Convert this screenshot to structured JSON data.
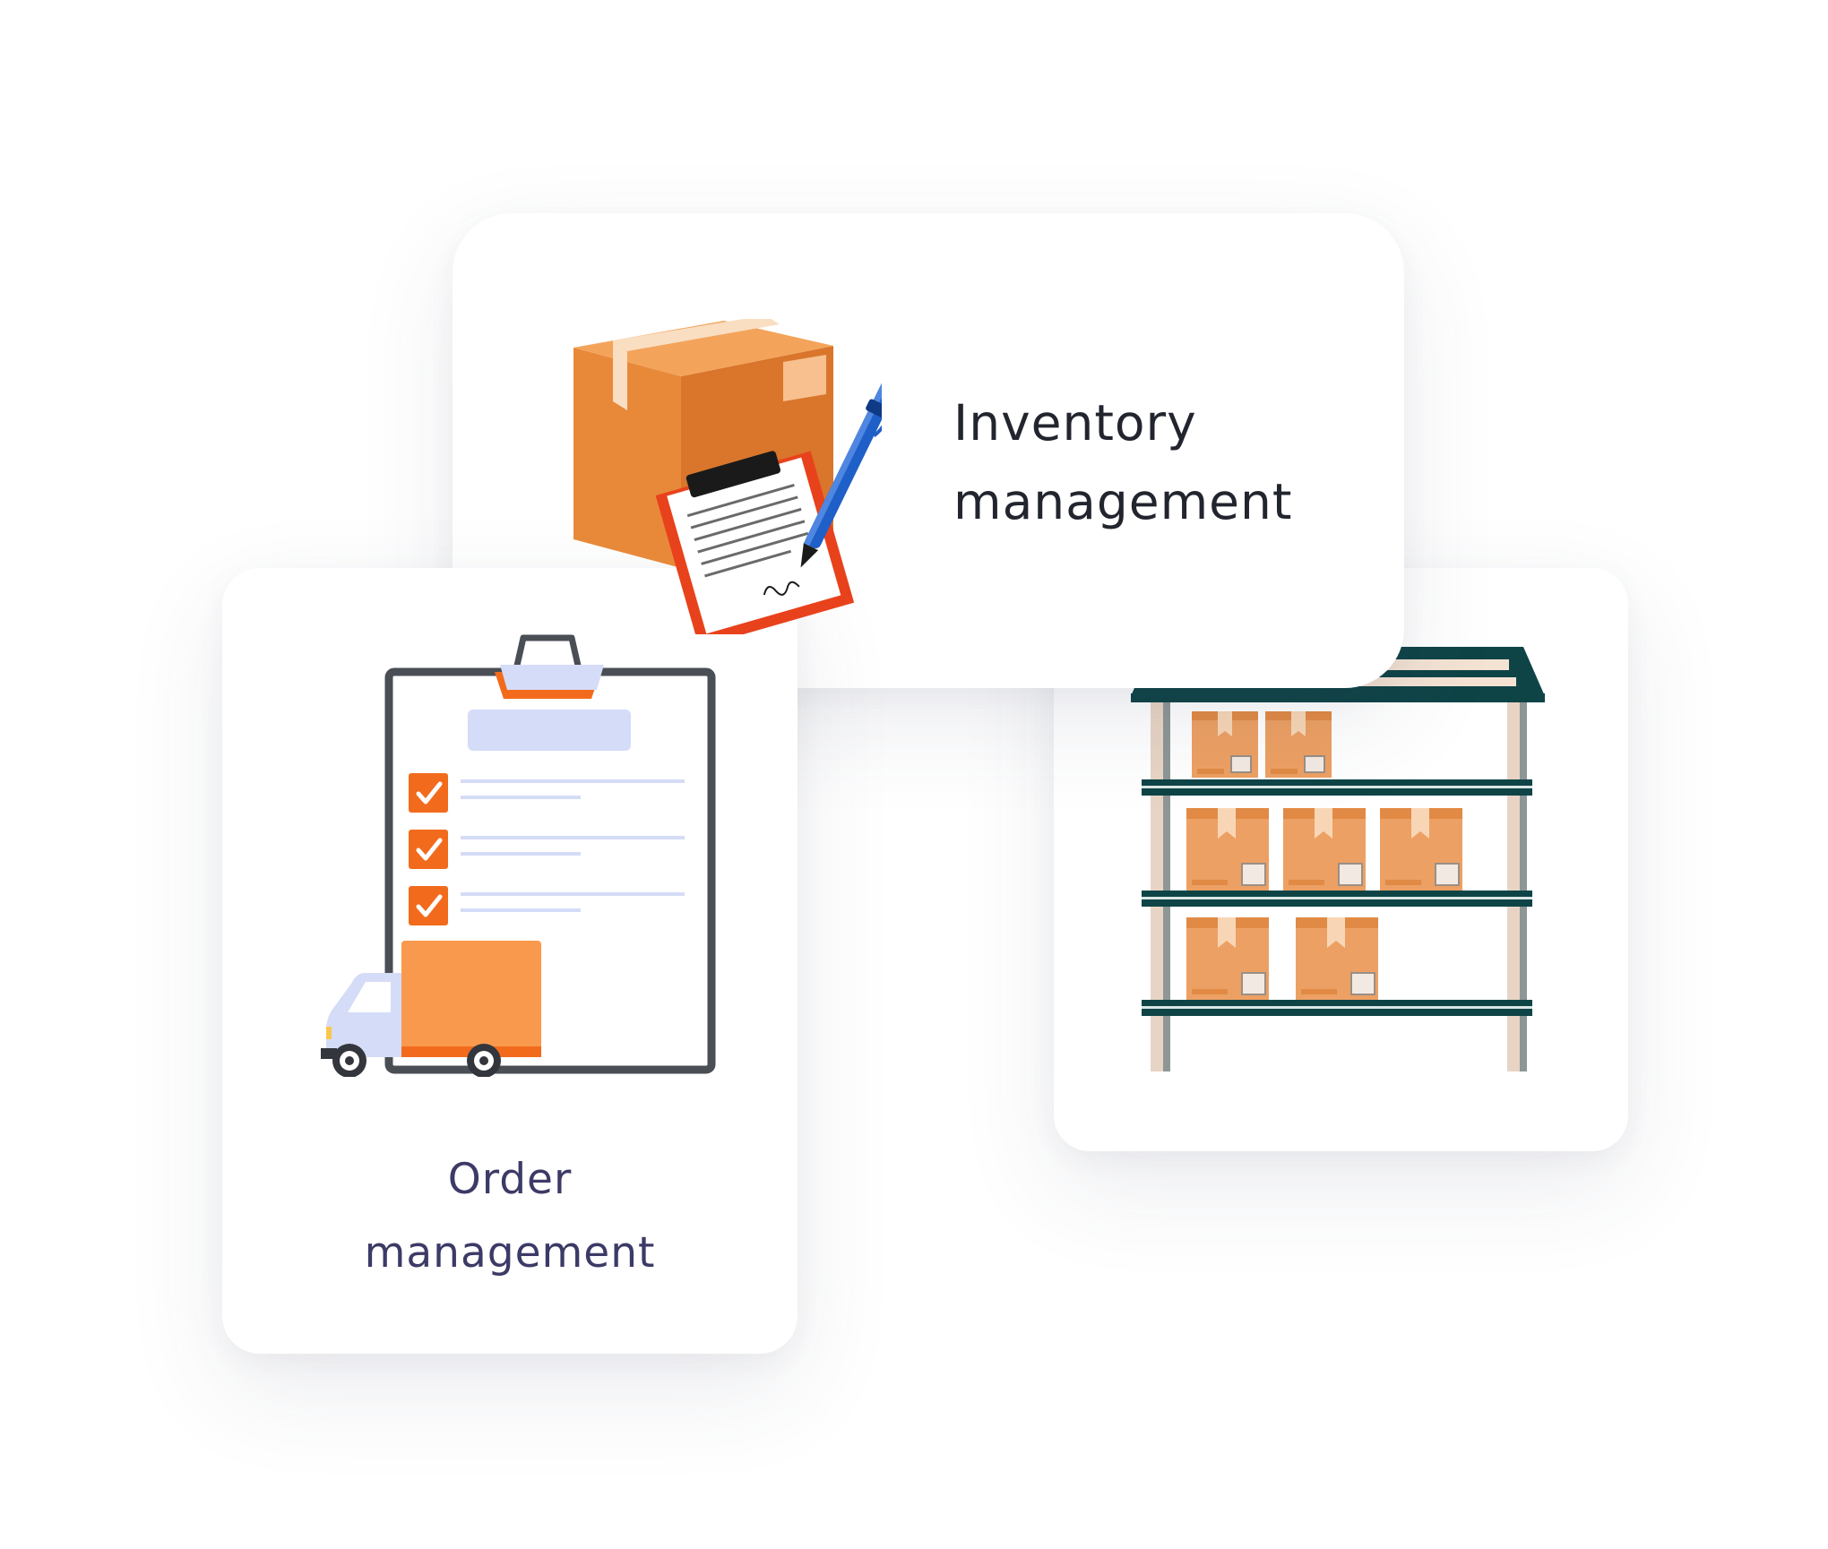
{
  "cards": {
    "inventory": {
      "title_line_1": "Inventory",
      "title_line_2": "management",
      "icon": "box-with-clipboard-icon"
    },
    "order": {
      "title_line_1": "Order",
      "title_line_2": "management",
      "icon": "clipboard-checklist-truck-icon"
    },
    "warehouse": {
      "icon": "warehouse-shelf-icon"
    }
  },
  "colors": {
    "box_orange": "#E8893A",
    "accent_orange": "#F26B1D",
    "clipboard_red": "#E8421C",
    "pen_blue": "#1F5FC8",
    "lavender": "#D5DCF7",
    "shelf_teal": "#0F4447",
    "inventory_text": "#22252E",
    "order_text": "#3C3A66"
  }
}
